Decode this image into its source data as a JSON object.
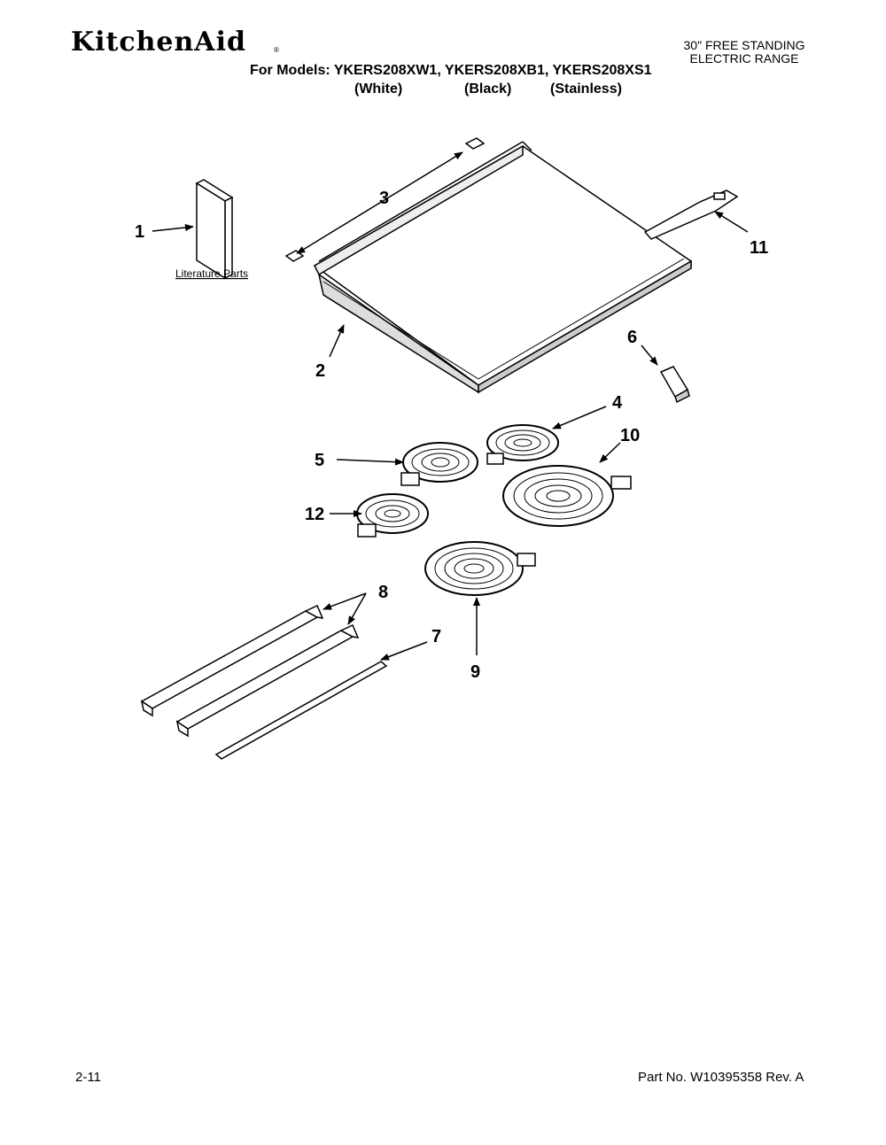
{
  "header": {
    "brand": "KitchenAid",
    "trademark": "®",
    "range_type_line1": "30\" FREE STANDING",
    "range_type_line2": "ELECTRIC RANGE",
    "models_line": "For Models: YKERS208XW1, YKERS208XB1, YKERS208XS1",
    "variants": [
      "(White)",
      "(Black)",
      "(Stainless)"
    ]
  },
  "diagram": {
    "literature_label": "Literature Parts",
    "callouts": [
      "1",
      "2",
      "3",
      "4",
      "5",
      "6",
      "7",
      "8",
      "9",
      "10",
      "11",
      "12"
    ]
  },
  "footer": {
    "page": "2-11",
    "part_no": "Part No. W10395358 Rev. A"
  }
}
